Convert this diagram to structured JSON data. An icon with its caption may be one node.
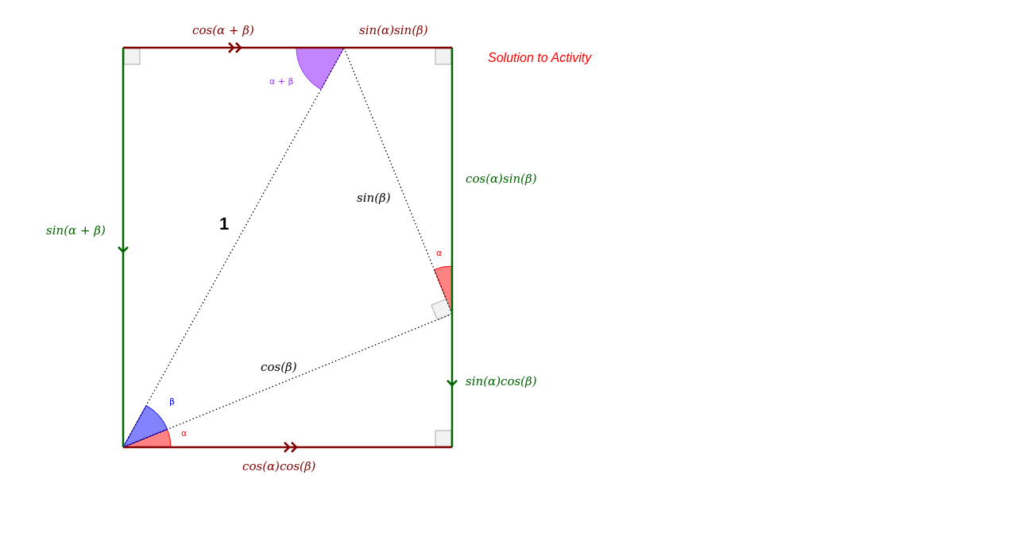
{
  "diagram": {
    "labels": [
      "cos(α + β)",
      "sin(α)sin(β)",
      "Solution to Activity",
      "α + β",
      "cos(α)sin(β)",
      "sin(β)",
      "1",
      "sin(α + β)",
      "α",
      "cos(β)",
      "sin(α)cos(β)",
      "β",
      "α",
      "cos(α)cos(β)"
    ]
  }
}
